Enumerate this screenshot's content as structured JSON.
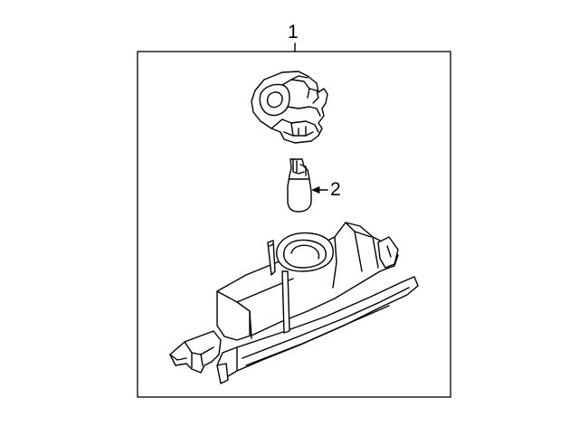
{
  "callouts": {
    "assembly": "1",
    "bulb": "2"
  },
  "parts": {
    "socket": "socket",
    "bulb": "wedge-bulb",
    "housing": "lamp-housing"
  }
}
